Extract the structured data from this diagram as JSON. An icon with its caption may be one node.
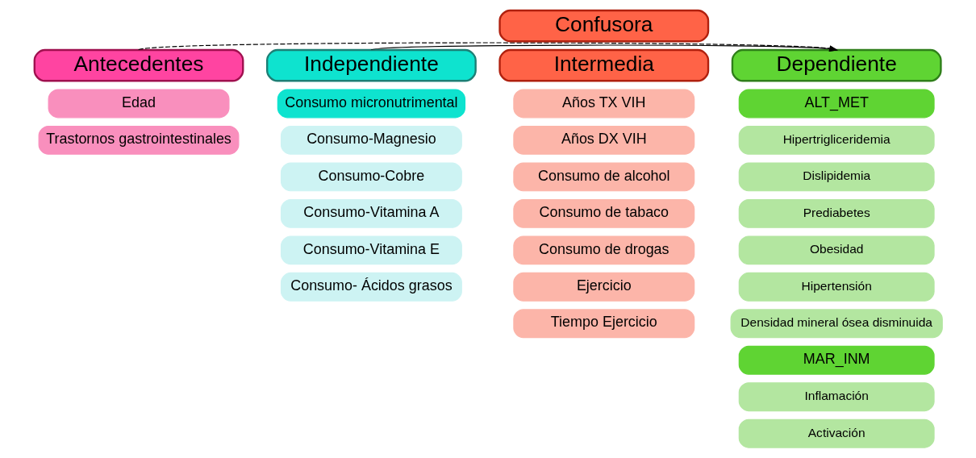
{
  "diagram": {
    "nodes": [
      {
        "text": [
          "Antecedentes"
        ]
      },
      {
        "text": [
          "Edad"
        ]
      },
      {
        "text": [
          "Trastornos gastrointestinales"
        ]
      },
      {
        "text": [
          "Independiente"
        ]
      },
      {
        "text": [
          "Consumo micronutrimental"
        ]
      },
      {
        "text": [
          "Consumo-Magnesio"
        ]
      },
      {
        "text": [
          "Consumo-Cobre"
        ]
      },
      {
        "text": [
          "Consumo-Vitamina A"
        ]
      },
      {
        "text": [
          "Consumo-Vitamina E"
        ]
      },
      {
        "text": [
          "Consumo- Ácidos grasos"
        ]
      },
      {
        "text": [
          "Confusora"
        ]
      },
      {
        "text": [
          "Intermedia"
        ]
      },
      {
        "text": [
          "Años TX VIH"
        ]
      },
      {
        "text": [
          "Años DX VIH"
        ]
      },
      {
        "text": [
          "Consumo de alcohol"
        ]
      },
      {
        "text": [
          "Consumo de tabaco"
        ]
      },
      {
        "text": [
          "Consumo de drogas"
        ]
      },
      {
        "text": [
          "Ejercicio"
        ]
      },
      {
        "text": [
          "Tiempo Ejercicio"
        ]
      },
      {
        "text": [
          "Dependiente"
        ]
      },
      {
        "text": [
          "ALT_MET"
        ]
      },
      {
        "text": [
          "Hipertrigliceridemia"
        ]
      },
      {
        "text": [
          "Dislipidemia"
        ]
      },
      {
        "text": [
          "Prediabetes"
        ]
      },
      {
        "text": [
          "Obesidad"
        ]
      },
      {
        "text": [
          "Hipertensión"
        ]
      },
      {
        "text": [
          "Densidad mineral ósea disminuida"
        ]
      },
      {
        "text": [
          "MAR_INM"
        ]
      },
      {
        "text": [
          "Inflamación"
        ]
      },
      {
        "text": [
          "Activación"
        ]
      }
    ],
    "edges": [
      {
        "from": 0,
        "to": 19,
        "arrow": "to",
        "style": "dashed"
      },
      {
        "from": 3,
        "to": 19,
        "arrow": "to"
      }
    ]
  }
}
